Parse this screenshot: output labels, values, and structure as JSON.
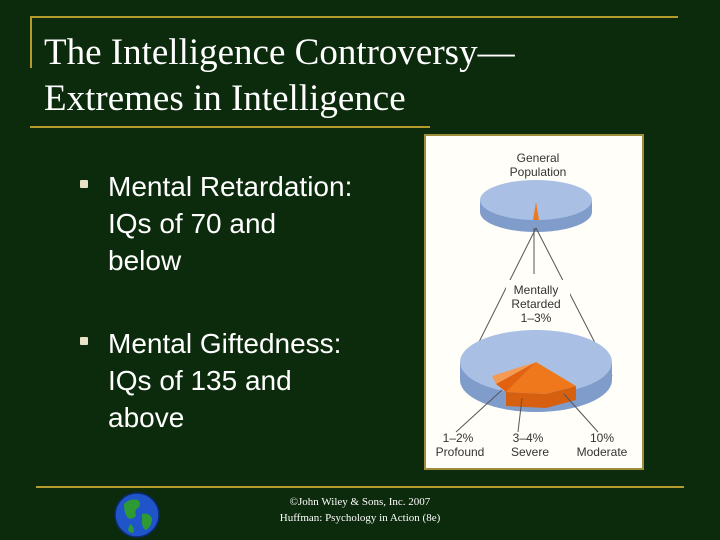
{
  "slide": {
    "title_line1": "The Intelligence Controversy—",
    "title_line2": "Extremes in Intelligence"
  },
  "bullets": [
    {
      "text": "Mental Retardation:\nIQs of 70 and\nbelow"
    },
    {
      "text": "Mental Giftedness:\nIQs of 135 and\nabove"
    }
  ],
  "figure": {
    "top_label_line1": "General",
    "top_label_line2": "Population",
    "middle_label_line1": "Mentally",
    "middle_label_line2": "Retarded",
    "middle_label_line3": "1–3%",
    "left_pct": "1–2%",
    "left_label": "Profound",
    "center_pct": "3–4%",
    "center_label": "Severe",
    "right_pct": "10%",
    "right_label": "Moderate",
    "colors": {
      "pie": "#9bb5dd",
      "slice": "#f0781c"
    }
  },
  "footer": {
    "line1": "©John Wiley & Sons, Inc. 2007",
    "line2": "Huffman: Psychology in Action (8e)"
  }
}
